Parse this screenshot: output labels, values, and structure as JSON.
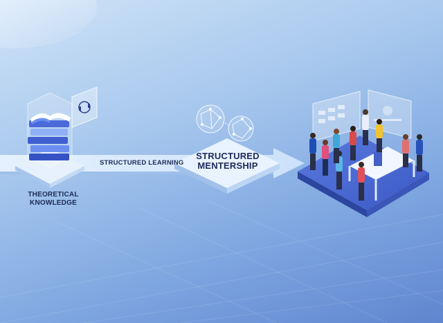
{
  "stages": {
    "theory_label": "THEORETICAL KNOWLEDGE",
    "learning_label": "STRUCTURED LEARNING",
    "mentor_label": "STRUCTURED MENTERSHIP"
  },
  "colors": {
    "bg_light": "#cfe3f7",
    "bg_dark": "#5f86cf",
    "label_text": "#1d2a57",
    "platform_top": "#4a69d6",
    "book_blue": "#3f5fd0"
  },
  "icons": [
    "books-icon",
    "monitor-headset-icon",
    "network-sphere-icon",
    "team-workspace-icon"
  ]
}
